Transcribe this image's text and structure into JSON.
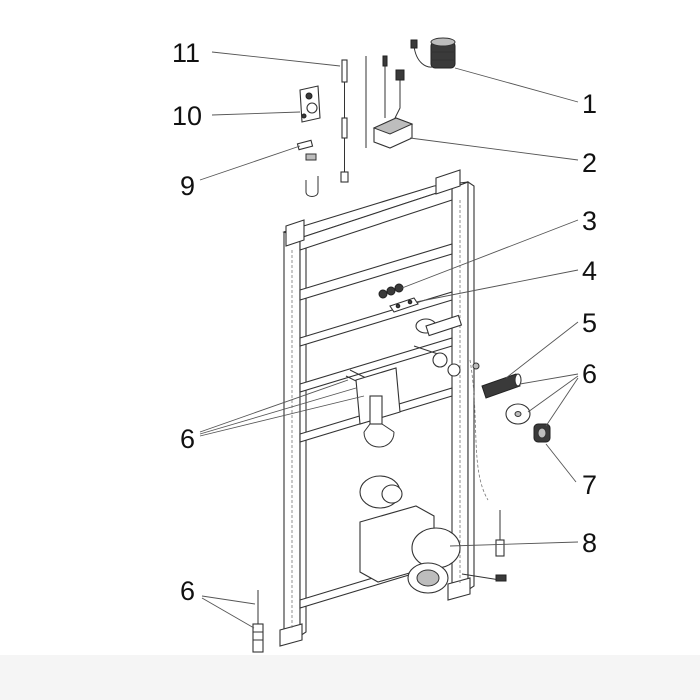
{
  "callouts": [
    {
      "id": "c11",
      "label": "11"
    },
    {
      "id": "c10",
      "label": "10"
    },
    {
      "id": "c9",
      "label": "9"
    },
    {
      "id": "c1",
      "label": "1"
    },
    {
      "id": "c2",
      "label": "2"
    },
    {
      "id": "c3",
      "label": "3"
    },
    {
      "id": "c4",
      "label": "4"
    },
    {
      "id": "c5",
      "label": "5"
    },
    {
      "id": "c6a",
      "label": "6"
    },
    {
      "id": "c6b",
      "label": "6"
    },
    {
      "id": "c7",
      "label": "7"
    },
    {
      "id": "c8",
      "label": "8"
    },
    {
      "id": "c6c",
      "label": "6"
    }
  ],
  "colors": {
    "line": "#333333",
    "leader": "#555555",
    "text": "#111111",
    "background": "#ffffff",
    "band": "#f5f5f5"
  }
}
